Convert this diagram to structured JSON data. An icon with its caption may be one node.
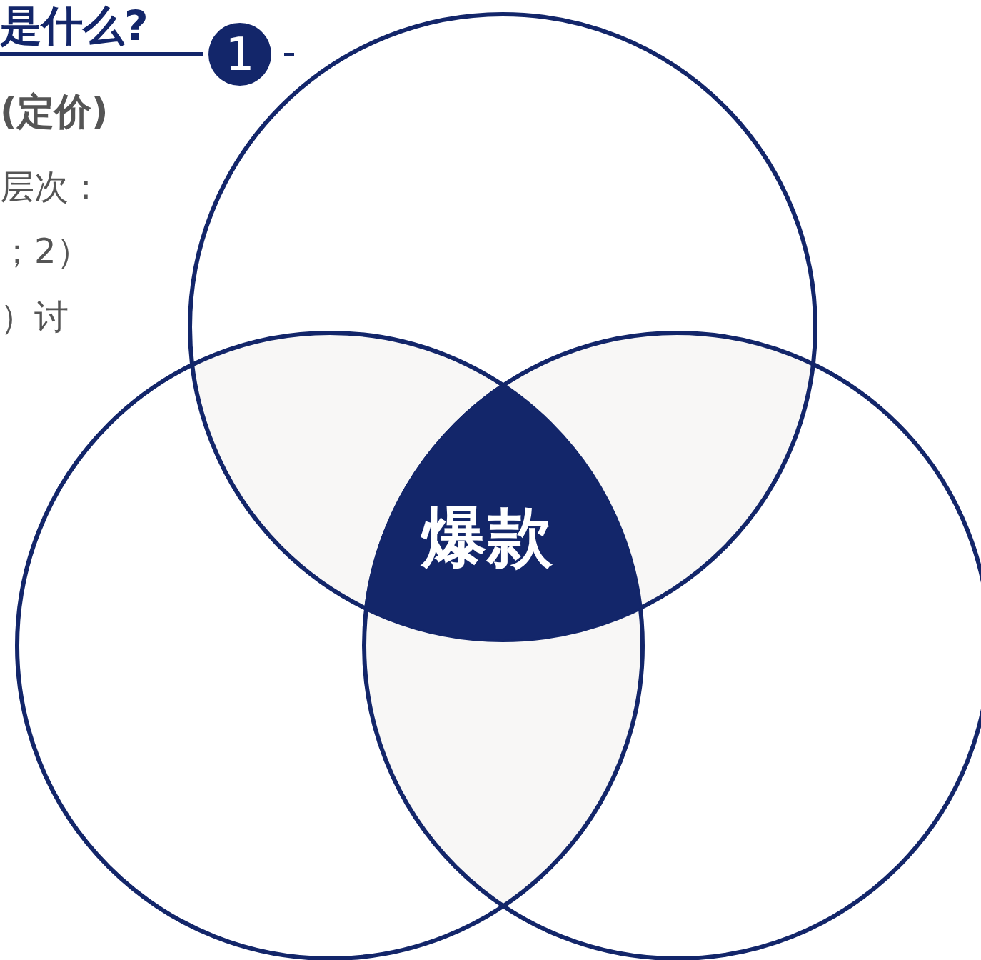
{
  "diagram": {
    "title": "是什么?",
    "nodes": [
      {
        "text": [
          "1"
        ]
      },
      {
        "text": [
          "爆款"
        ]
      }
    ],
    "labels": [
      "(定价)",
      "层次：",
      "；2）",
      "）讨"
    ]
  }
}
